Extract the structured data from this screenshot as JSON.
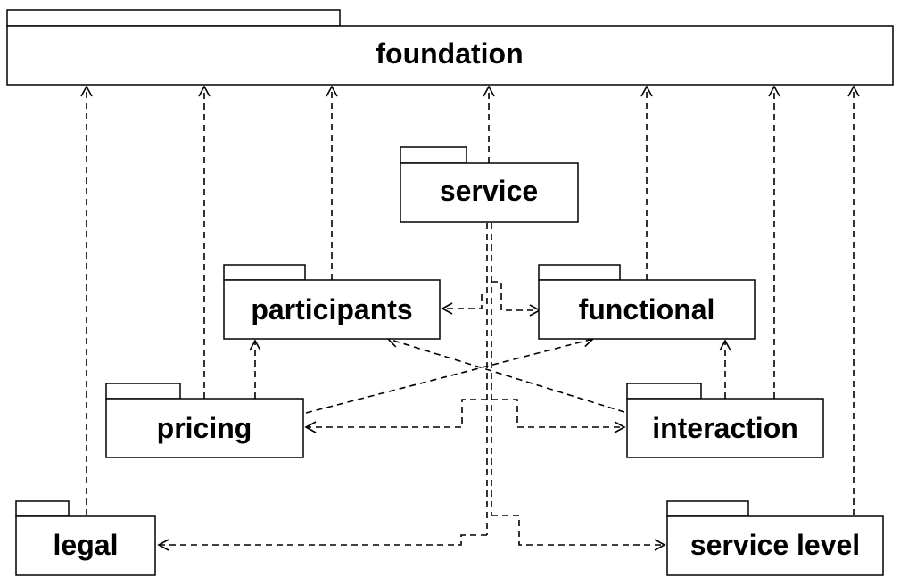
{
  "packages": {
    "foundation": {
      "label": "foundation"
    },
    "service": {
      "label": "service"
    },
    "participants": {
      "label": "participants"
    },
    "functional": {
      "label": "functional"
    },
    "pricing": {
      "label": "pricing"
    },
    "interaction": {
      "label": "interaction"
    },
    "legal": {
      "label": "legal"
    },
    "service_level": {
      "label": "service level"
    }
  },
  "dependencies": [
    {
      "from": "legal",
      "to": "foundation"
    },
    {
      "from": "pricing",
      "to": "foundation"
    },
    {
      "from": "participants",
      "to": "foundation"
    },
    {
      "from": "service",
      "to": "foundation"
    },
    {
      "from": "functional",
      "to": "foundation"
    },
    {
      "from": "interaction",
      "to": "foundation"
    },
    {
      "from": "service_level",
      "to": "foundation"
    },
    {
      "from": "pricing",
      "to": "participants"
    },
    {
      "from": "interaction",
      "to": "functional"
    },
    {
      "from": "service",
      "to": "participants"
    },
    {
      "from": "service",
      "to": "functional"
    },
    {
      "from": "service",
      "to": "pricing"
    },
    {
      "from": "service",
      "to": "interaction"
    },
    {
      "from": "service",
      "to": "legal"
    },
    {
      "from": "service",
      "to": "service_level"
    },
    {
      "from": "pricing",
      "to": "functional"
    },
    {
      "from": "interaction",
      "to": "participants"
    }
  ]
}
